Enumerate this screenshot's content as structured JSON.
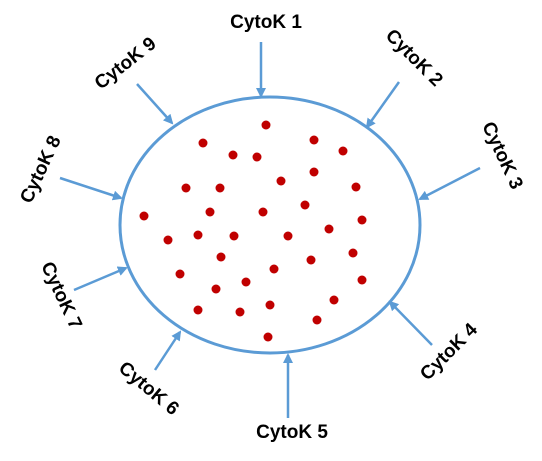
{
  "diagram": {
    "colors": {
      "boundary": "#5B9BD5",
      "arrow": "#5B9BD5",
      "dot": "#C00000",
      "text": "#000000"
    },
    "labels": [
      "CytoK 1",
      "CytoK 2",
      "CytoK 3",
      "CytoK 4",
      "CytoK 5",
      "CytoK 6",
      "CytoK 7",
      "CytoK 8",
      "CytoK 9"
    ]
  }
}
